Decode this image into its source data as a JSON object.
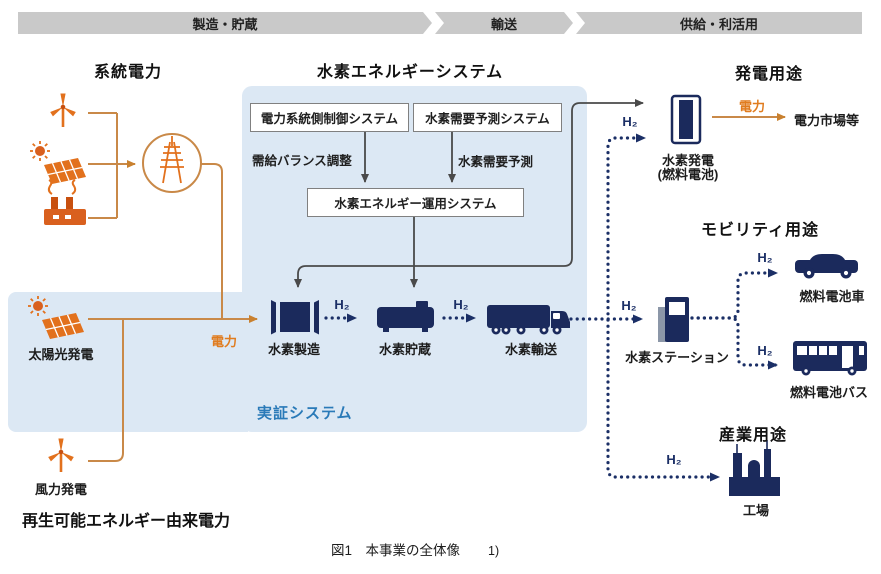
{
  "phase_bar": {
    "phases": [
      "製造・貯蔵",
      "輸送",
      "供給・利活用"
    ]
  },
  "titles": {
    "grid_power": "系統電力",
    "hydrogen_energy_system": "水素エネルギーシステム",
    "power_generation_use": "発電用途",
    "mobility_use": "モビリティ用途",
    "industrial_use": "産業用途"
  },
  "control_boxes": {
    "grid_side_control": "電力系統側制御システム",
    "h2_demand_forecast_system": "水素需要予測システム",
    "h2_energy_operation_system": "水素エネルギー運用システム"
  },
  "flow_labels": {
    "supply_demand_balance": "需給バランス調整",
    "h2_demand_forecast": "水素需要予測",
    "h2": "H₂",
    "power": "電力"
  },
  "chain": {
    "production": "水素製造",
    "storage": "水素貯蔵",
    "transport": "水素輸送"
  },
  "left_side": {
    "solar": "太陽光発電",
    "wind": "風力発電",
    "renewable_power": "再生可能エネルギー由来電力"
  },
  "demo_system_label": "実証システム",
  "right_side": {
    "h2_power_gen": "水素発電",
    "h2_power_gen_sub": "(燃料電池)",
    "power_market": "電力市場等",
    "station": "水素ステーション",
    "fuel_cell_car": "燃料電池車",
    "fuel_cell_bus": "燃料電池バス",
    "factory": "工場"
  },
  "caption": {
    "text": "図1　本事業の全体像",
    "ref": "1)"
  },
  "icons": [
    "wind-turbine-icon",
    "solar-panel-icon",
    "thermal-plant-icon",
    "transmission-tower-icon",
    "electrolyzer-icon",
    "h2-tank-icon",
    "h2-truck-icon",
    "fuel-cell-icon",
    "h2-station-icon",
    "fuel-cell-car-icon",
    "fuel-cell-bus-icon",
    "factory-icon"
  ],
  "colors": {
    "orange_icon": "#e2711d",
    "orange_line": "#c98948",
    "navy": "#1b2a5c",
    "dotted_navy": "#1b2f66",
    "gray_line": "#4a4a4a",
    "panel_blue": "#dce8f4",
    "demo_blue": "#2a7ab8",
    "bar_gray": "#c9c9c9"
  }
}
